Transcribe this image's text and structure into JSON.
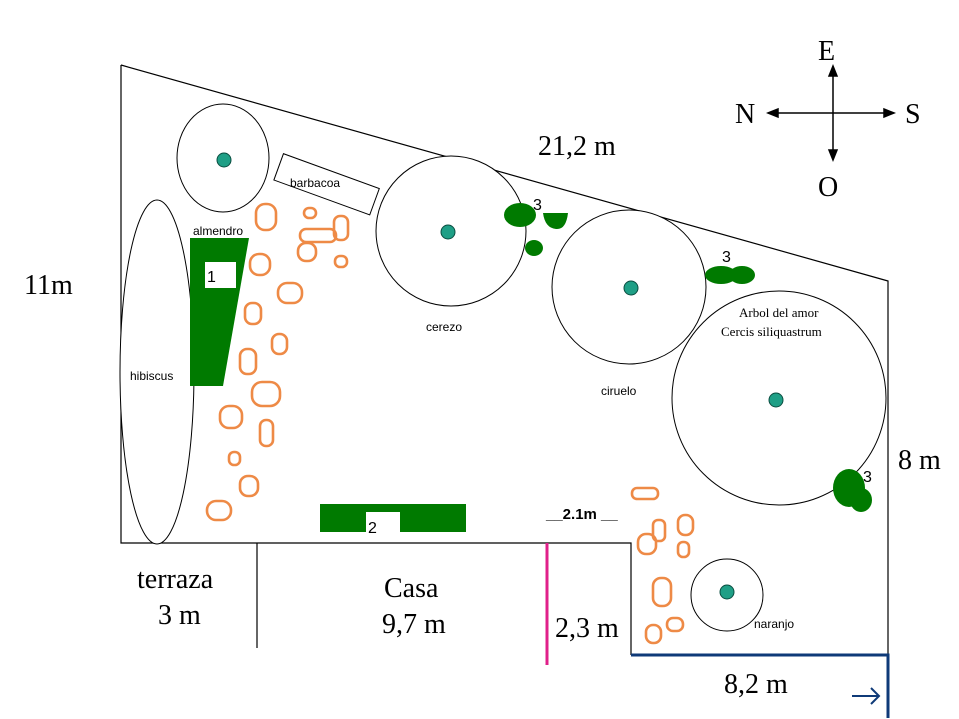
{
  "compass": {
    "north": "N",
    "south": "S",
    "east": "E",
    "west": "O"
  },
  "dimensions": {
    "top": "21,2 m",
    "left": "11m",
    "right": "8 m",
    "gap": "__2.1m __",
    "bottom_right": "8,2 m",
    "step": "2,3 m"
  },
  "zones": {
    "terrace": "terraza",
    "terrace_size": "3 m",
    "house": "Casa",
    "house_size": "9,7 m"
  },
  "plants": {
    "almond": "almendro",
    "bbq": "barbacoa",
    "hibiscus": "hibiscus",
    "cherry": "cerezo",
    "plum": "ciruelo",
    "judas_tree_1": "Arbol del amor",
    "judas_tree_2": "Cercis siliquastrum",
    "orange": "naranjo"
  },
  "markers": {
    "one": "1",
    "two": "2",
    "three": "3"
  },
  "colors": {
    "stone": "#ee8a46",
    "hedge": "#007a00",
    "trunk": "#1f9f86",
    "magenta": "#e0208a",
    "navy": "#0f3a78"
  }
}
